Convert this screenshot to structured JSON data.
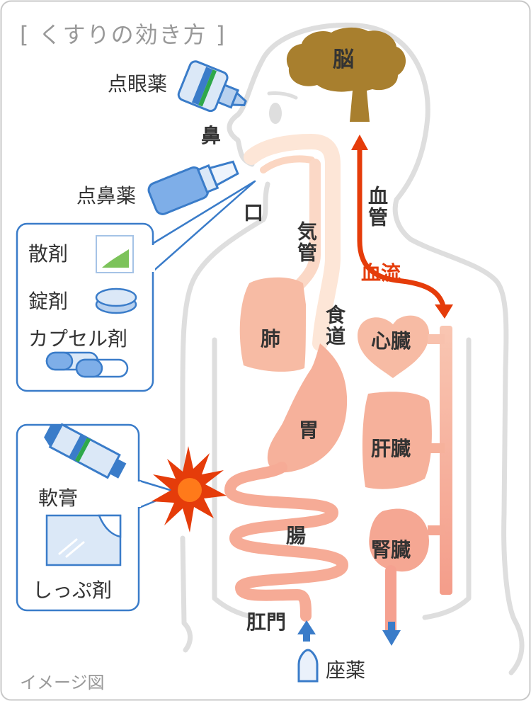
{
  "title": "[ くすりの効き方 ]",
  "caption": "イメージ図",
  "labels": {
    "brain": "脳",
    "eye_drops": "点眼薬",
    "nose": "鼻",
    "nasal_spray": "点鼻薬",
    "mouth": "口",
    "trachea": "気管",
    "esophagus": "食道",
    "lung": "肺",
    "heart": "心臓",
    "stomach": "胃",
    "liver": "肝臓",
    "intestine": "腸",
    "kidney": "腎臓",
    "anus": "肛門",
    "suppository": "座薬",
    "blood_vessel": "血管",
    "blood_flow": "血流"
  },
  "oral_box": {
    "powder": "散剤",
    "tablet": "錠剤",
    "capsule": "カプセル剤"
  },
  "topical_box": {
    "ointment": "軟膏",
    "poultice": "しっぷ剤"
  },
  "colors": {
    "organ": "#f7b79f",
    "brain": "#a87f2e",
    "blood_flow": "#e53c0a",
    "drug_blue": "#3a7cc9",
    "body_outline": "#dedede"
  }
}
